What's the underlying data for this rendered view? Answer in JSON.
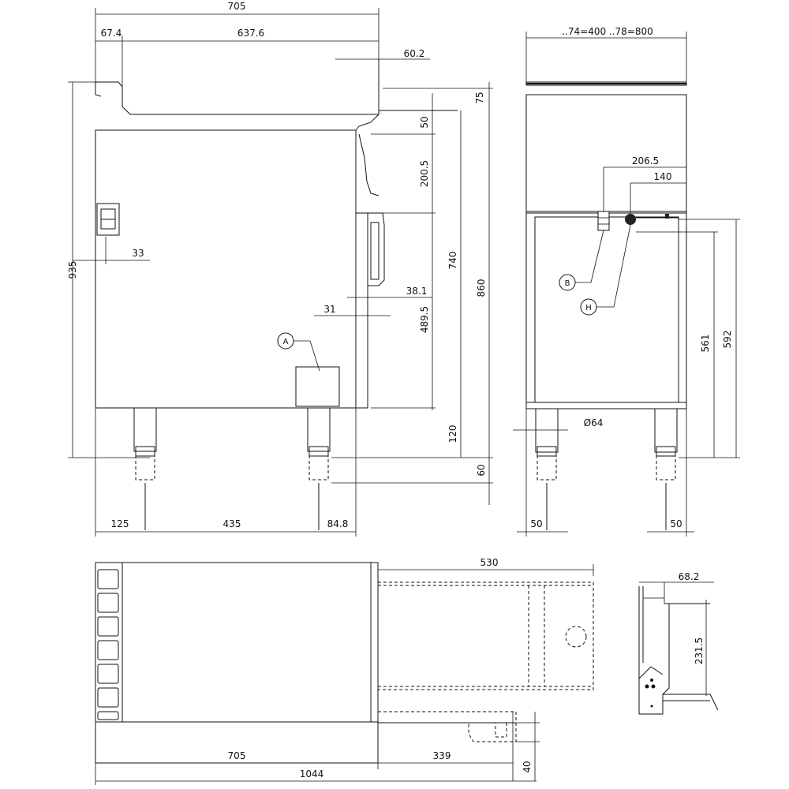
{
  "dimensions": {
    "side_width": "705",
    "side_offset": "67.4",
    "side_top_length": "637.6",
    "side_overhang": "60.2",
    "side_height_total": "935",
    "side_height_860": "860",
    "side_height_740": "740",
    "side_75": "75",
    "side_50": "50",
    "side_200_5": "200.5",
    "side_489_5": "489.5",
    "side_38_1": "38.1",
    "side_31": "31",
    "side_33": "33",
    "side_120": "120",
    "side_60": "60",
    "bottom_125": "125",
    "bottom_435": "435",
    "bottom_84_8": "84.8",
    "front_width": "..74=400 ..78=800",
    "front_206_5": "206.5",
    "front_140": "140",
    "front_561": "561",
    "front_592": "592",
    "front_dia": "Ø64",
    "front_50_left": "50",
    "front_50_right": "50",
    "plan_530": "530",
    "plan_705": "705",
    "plan_339": "339",
    "plan_1044": "1044",
    "plan_40": "40",
    "detail_68_2": "68.2",
    "detail_231_5": "231.5"
  },
  "callouts": {
    "a": "A",
    "b": "B",
    "h": "H"
  }
}
